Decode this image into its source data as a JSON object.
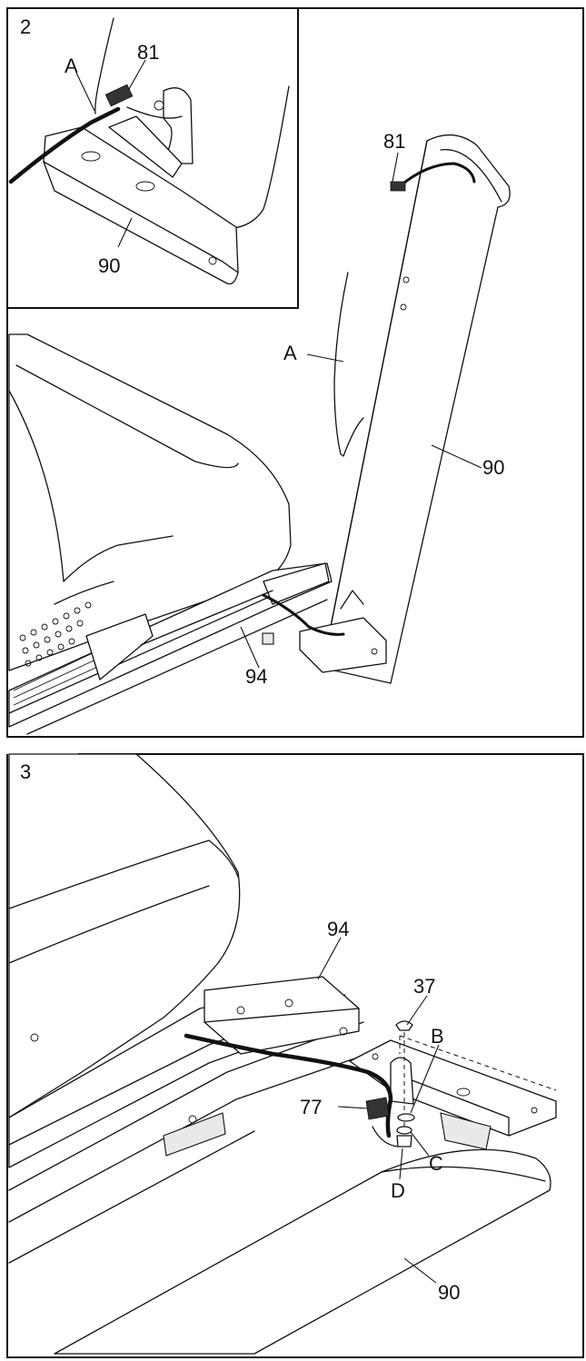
{
  "steps": {
    "step2": {
      "number": "2",
      "inset": {
        "label_a": "A",
        "label_81": "81",
        "label_90": "90"
      },
      "main": {
        "label_81": "81",
        "label_a": "A",
        "label_90": "90",
        "label_94": "94"
      }
    },
    "step3": {
      "number": "3",
      "label_94": "94",
      "label_37": "37",
      "label_b": "B",
      "label_77": "77",
      "label_c": "C",
      "label_d": "D",
      "label_90": "90"
    }
  }
}
